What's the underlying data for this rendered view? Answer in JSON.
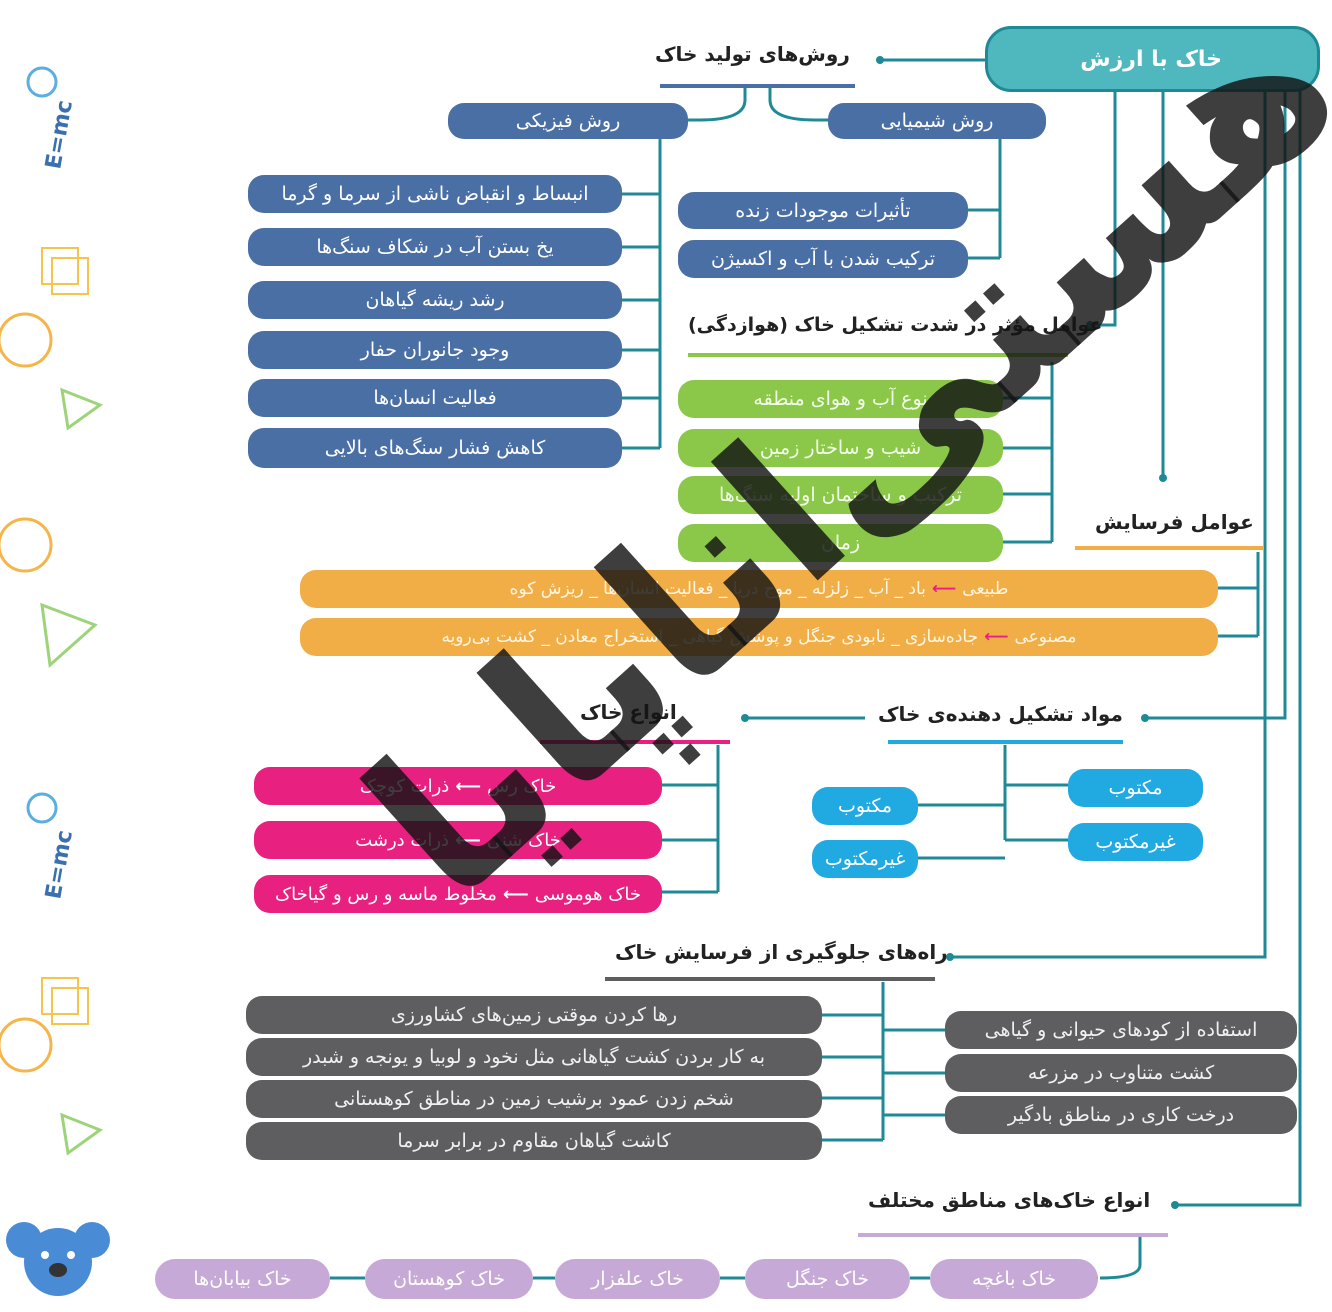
{
  "root": "خاک با ارزش",
  "production": {
    "title": "روش‌های تولید خاک",
    "physical": "روش فیزیکی",
    "chemical": "روش شیمیایی",
    "physical_items": [
      "انبساط و انقباض ناشی از سرما و گرما",
      "یخ بستن آب در شکاف سنگ‌ها",
      "رشد ریشه گیاهان",
      "وجود جانوران حفار",
      "فعالیت انسان‌ها",
      "کاهش فشار سنگ‌های بالایی"
    ],
    "chemical_items": [
      "تأثیرات موجودات زنده",
      "ترکیب شدن با آب و اکسیژن"
    ]
  },
  "factors": {
    "title": "عوامل مؤثر در شدت تشکیل خاک (هوازدگی)",
    "items": [
      "نوع آب و هوای منطقه",
      "شیب و ساختار زمین",
      "ترکیب و ساختمان اولیه سنگ‌ها",
      "زمان"
    ]
  },
  "erosion": {
    "title": "عوامل فرسایش",
    "natural_label": "طبیعی",
    "natural_text": "باد _ آب _ زلزله _ موج دریا _ فعالیت انسان‌ها _ ریزش کوه",
    "artificial_label": "مصنوعی",
    "artificial_text": "جاده‌سازی _ نابودی جنگل و پوشش گیاهی _ استخراج معادن _ کشت بی‌رویه"
  },
  "soil_types": {
    "title": "انواع خاک",
    "items": [
      {
        "name": "خاک رس",
        "desc": "ذرات کوچک"
      },
      {
        "name": "خاک شنی",
        "desc": "ذرات درشت"
      },
      {
        "name": "خاک هوموسی",
        "desc": "مخلوط ماسه و رس و گیاخاک"
      }
    ]
  },
  "materials": {
    "title": "مواد تشکیل دهنده‌ی خاک",
    "right": [
      "مکتوب",
      "غیرمکتوب"
    ],
    "left": [
      "مکتوب",
      "غیرمکتوب"
    ]
  },
  "prevention": {
    "title": "راه‌های جلوگیری از فرسایش خاک",
    "left_items": [
      "رها کردن موقتی زمین‌های کشاورزی",
      "به کار بردن کشت گیاهانی مثل نخود و لوبیا و یونجه و شبدر",
      "شخم زدن عمود برشیب زمین در مناطق کوهستانی",
      "کاشت گیاهان مقاوم در برابر سرما"
    ],
    "right_items": [
      "استفاده از کودهای حیوانی و گیاهی",
      "کشت متناوب در مزرعه",
      "درخت کاری در مناطق بادگیر"
    ]
  },
  "regions": {
    "title": "انواع خاک‌های مناطق مختلف",
    "items": [
      "خاک باغچه",
      "خاک جنگل",
      "خاک علفزار",
      "خاک کوهستان",
      "خاک بیابان‌ها"
    ]
  },
  "deco_labels": [
    "E=mc",
    "E=mc"
  ],
  "watermark": "هستی‌اناپایا",
  "colors": {
    "root": "#4fb7be",
    "blue": "#4a6fa5",
    "green": "#8bc84a",
    "orange": "#f2ae46",
    "pink": "#e8207f",
    "sky": "#21a9e1",
    "gray": "#5e5e60",
    "lavender": "#c6a9d6",
    "connector": "#1e8a95"
  }
}
